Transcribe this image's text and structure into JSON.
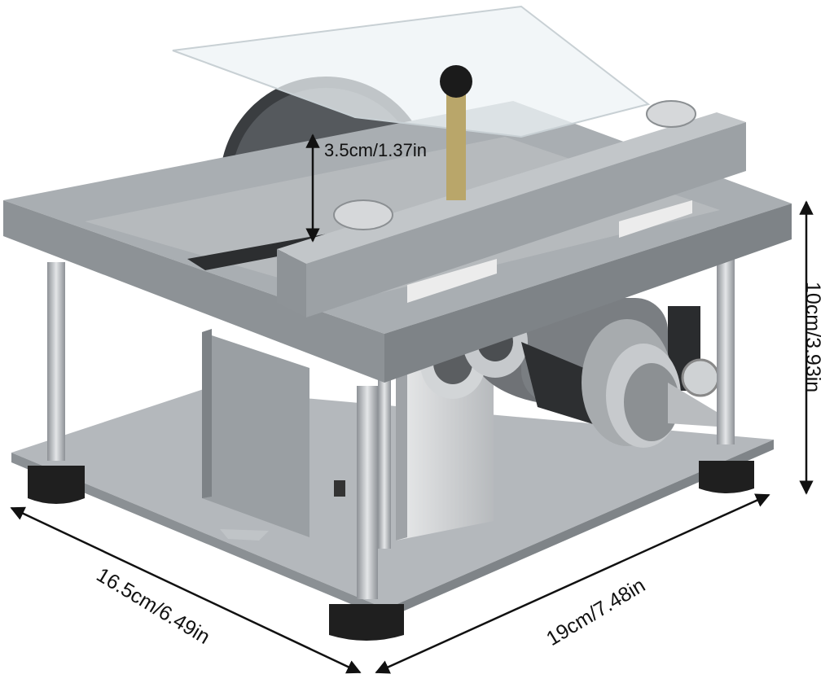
{
  "dimensions": {
    "blade_height": "3.5cm/1.37in",
    "height": "10cm/3.93in",
    "depth": "16.5cm/6.49in",
    "width": "19cm/7.48in"
  },
  "colors": {
    "body": "#a5aaae",
    "body_dark": "#7f8488",
    "body_light": "#c3c7ca",
    "steel": "#c9cccf",
    "blade": "#3a3d40",
    "feet": "#1e1e1e",
    "acrylic": "#eef3f5"
  }
}
